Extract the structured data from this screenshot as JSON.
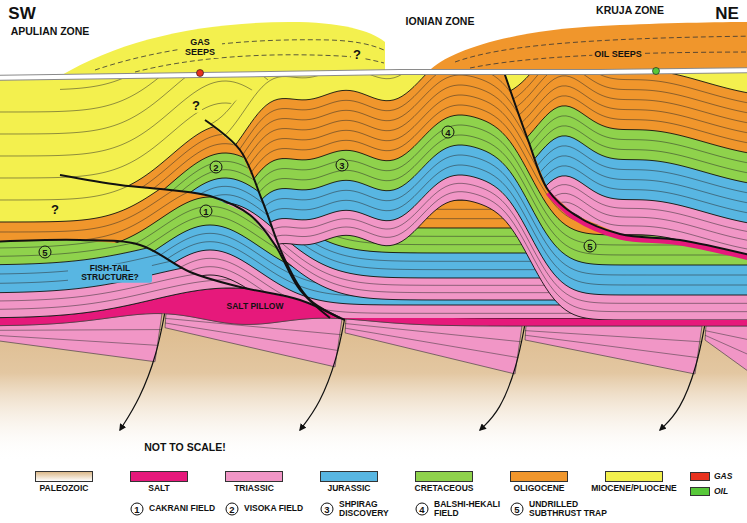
{
  "diagram": {
    "labels": [
      "SW",
      "APULIAN ZONE",
      "IONIAN ZONE",
      "KRUJA ZONE",
      "NE",
      "GAS SEEPS",
      "OIL SEEPS",
      "?",
      "?",
      "2",
      "4",
      "?",
      "3",
      "1",
      "5",
      "5",
      "FISH-TAIL STRUCTURE?",
      "SALT PILLOW",
      "NOT TO SCALE!",
      "1",
      "CAKRANI FIELD",
      "2",
      "VISOKA FIELD",
      "3",
      "SHPIRAG DISCOVERY",
      "4",
      "BALSHI-HEKALI FIELD",
      "5",
      "UNDRILLED SUBTHRUST TRAP"
    ],
    "legend": [
      {
        "text": "PALEOZOIC",
        "color": "#dcb98a"
      },
      {
        "text": "SALT",
        "color": "#e6197b"
      },
      {
        "text": "TRIASSIC",
        "color": "#f196c6"
      },
      {
        "text": "JURASSIC",
        "color": "#58b6e2"
      },
      {
        "text": "CRETACEOUS",
        "color": "#8fd24c"
      },
      {
        "text": "OLIGOCENE",
        "color": "#f0962c"
      },
      {
        "text": "MIOCENE/PLIOCENE",
        "color": "#f3f04e"
      },
      {
        "text": "GAS",
        "color": "#e8321e"
      },
      {
        "text": "OIL",
        "color": "#58c83a"
      }
    ]
  }
}
